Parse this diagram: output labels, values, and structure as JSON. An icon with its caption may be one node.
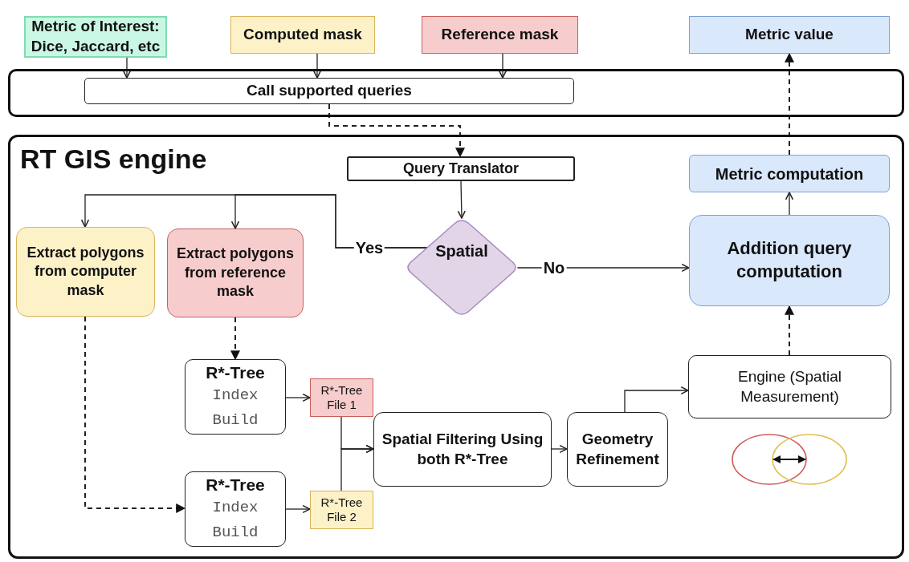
{
  "diagram": {
    "nodes": [
      {
        "text": [
          "Metric of Interest: Dice, Jaccard, etc"
        ]
      },
      {
        "text": [
          "Computed mask"
        ]
      },
      {
        "text": [
          "Reference mask"
        ]
      },
      {
        "text": [
          "Metric value"
        ]
      },
      {
        "text": [],
        "shape": "box"
      },
      {
        "text": [
          "Call supported queries"
        ],
        "in": 4
      },
      {
        "text": [
          "RT GIS engine"
        ]
      },
      {
        "text": [
          "Query Translator"
        ],
        "in": 6
      },
      {
        "text": [
          "Extract polygons from computer mask"
        ],
        "in": 6
      },
      {
        "text": [
          "Extract polygons from reference mask"
        ],
        "in": 6
      },
      {
        "text": [
          "Spatial"
        ],
        "in": 6
      },
      {
        "text": [
          "Metric computation"
        ],
        "in": 6
      },
      {
        "text": [
          "Addition query computation"
        ],
        "in": 6
      },
      {
        "text": [
          "R*-Tree",
          "Index Build"
        ],
        "in": 6
      },
      {
        "text": [
          "R*-Tree File 1"
        ],
        "in": 6
      },
      {
        "text": [
          "Spatial Filtering Using both R*-Tree"
        ],
        "in": 6
      },
      {
        "text": [
          "Geometry Refinement"
        ],
        "in": 6
      },
      {
        "text": [
          "Engine (Spatial Measurement)"
        ],
        "in": 6
      },
      {
        "text": [
          "R*-Tree",
          "Index Build"
        ],
        "in": 6
      },
      {
        "text": [
          "R*-Tree File 2"
        ],
        "in": 6
      }
    ],
    "edges": [
      {
        "from": 0,
        "to": 5,
        "arrow": "to"
      },
      {
        "from": 1,
        "to": 5,
        "arrow": "to"
      },
      {
        "from": 2,
        "to": 5,
        "arrow": "to"
      },
      {
        "from": 5,
        "to": 7,
        "arrow": "to",
        "style": "dashed"
      },
      {
        "from": 7,
        "to": 10,
        "arrow": "to"
      },
      {
        "from": 10,
        "to": 8,
        "arrow": "to",
        "label": "Yes"
      },
      {
        "from": 10,
        "to": 9,
        "arrow": "to"
      },
      {
        "from": 10,
        "to": 12,
        "arrow": "to",
        "label": "No"
      },
      {
        "from": 12,
        "to": 11,
        "arrow": "to"
      },
      {
        "from": 11,
        "to": 3,
        "arrow": "to",
        "style": "dashed"
      },
      {
        "from": 9,
        "to": 13,
        "arrow": "to",
        "style": "dashed"
      },
      {
        "from": 8,
        "to": 18,
        "arrow": "to",
        "style": "dashed"
      },
      {
        "from": 13,
        "to": 14,
        "arrow": "to"
      },
      {
        "from": 18,
        "to": 19,
        "arrow": "to"
      },
      {
        "from": 14,
        "to": 15,
        "arrow": "to"
      },
      {
        "from": 19,
        "to": 15,
        "arrow": "to"
      },
      {
        "from": 15,
        "to": 16,
        "arrow": "to"
      },
      {
        "from": 16,
        "to": 17,
        "arrow": "to"
      },
      {
        "from": 17,
        "to": 12,
        "arrow": "to",
        "style": "dashed"
      }
    ]
  }
}
